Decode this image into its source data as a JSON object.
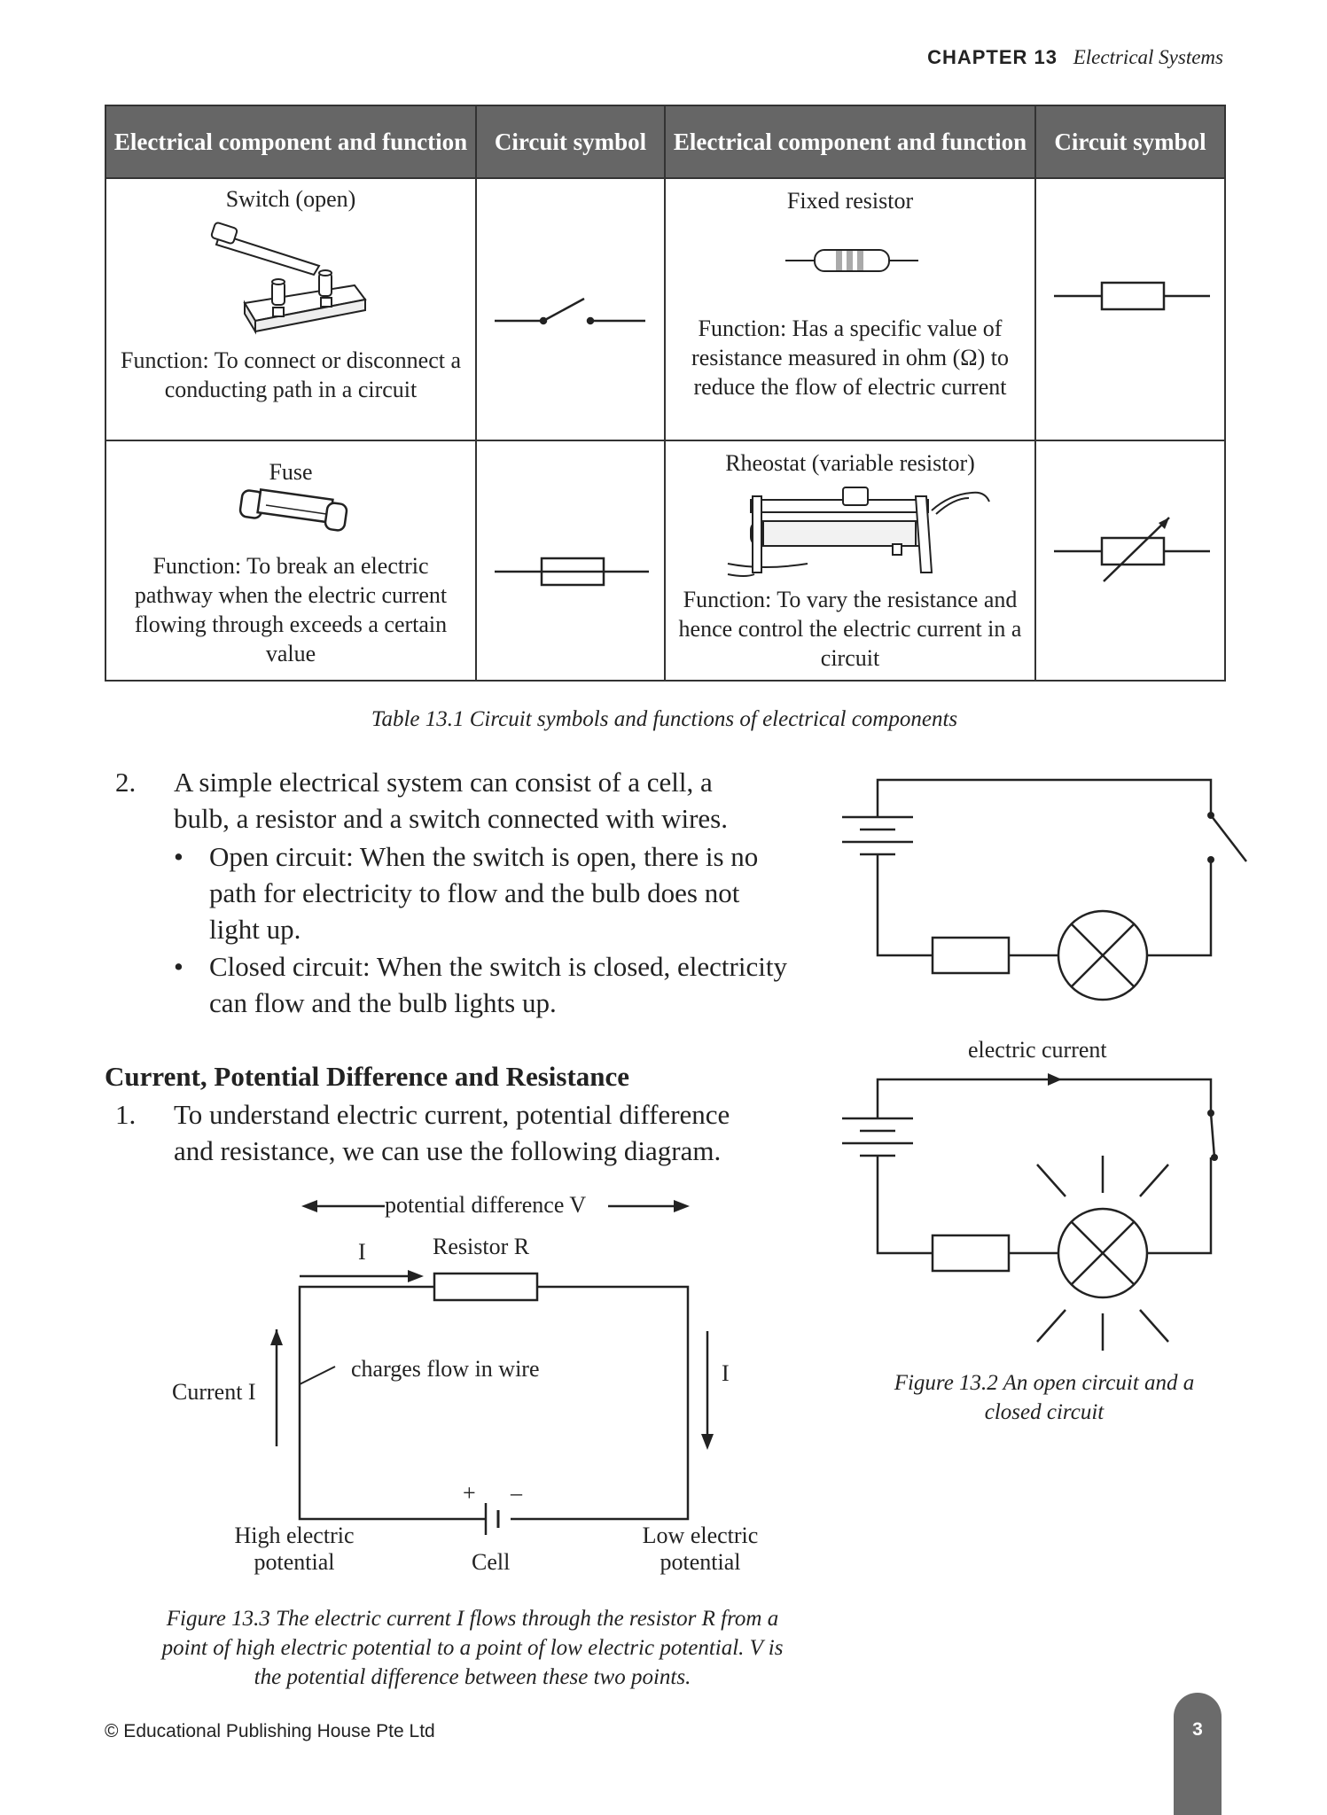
{
  "header": {
    "chapter": "CHAPTER 13",
    "title": "Electrical Systems"
  },
  "table": {
    "headers": [
      "Electrical component and function",
      "Circuit symbol",
      "Electrical component and function",
      "Circuit symbol"
    ],
    "rows": [
      [
        {
          "name": "Switch (open)",
          "function": "Function: To connect or disconnect a conducting path in a circuit",
          "icon": "switch-icon"
        },
        {
          "name": "Fixed resistor",
          "function": "Function: Has a specific value of resistance measured in ohm (Ω) to reduce the flow of electric current",
          "icon": "resistor-icon"
        }
      ],
      [
        {
          "name": "Fuse",
          "function": "Function: To break an electric pathway when the electric current flowing through exceeds a certain value",
          "icon": "fuse-icon"
        },
        {
          "name": "Rheostat (variable resistor)",
          "function": "Function: To vary the resistance and hence control the electric current in a circuit",
          "icon": "rheostat-icon"
        }
      ]
    ],
    "caption": "Table 13.1 Circuit symbols and functions of electrical components"
  },
  "point2": {
    "num": "2.",
    "text_lines": [
      "A simple electrical system can consist of a cell, a",
      "bulb, a resistor and a switch connected with wires."
    ],
    "bullet1_lines": [
      "Open circuit: When the switch is open, there is no",
      "path for electricity to flow and the bulb does not",
      "light up."
    ],
    "bullet2_lines": [
      "Closed circuit: When the switch is closed, electricity",
      "can flow and the bulb lights up."
    ],
    "bullet": "•"
  },
  "section": {
    "heading": "Current, Potential Difference and Resistance",
    "num": "1.",
    "text_lines": [
      "To understand electric current, potential difference",
      "and resistance, we can use the following diagram."
    ]
  },
  "fig2": {
    "label_current": "electric current",
    "caption_lines": [
      "Figure 13.2 An open circuit and a",
      "closed circuit"
    ]
  },
  "fig3": {
    "pd_label": "potential difference V",
    "i_top": "I",
    "resistor_label": "Resistor R",
    "current_label": "Current I",
    "charges_label": "charges flow in wire",
    "i_right": "I",
    "plus": "+",
    "minus": "–",
    "high_lines": [
      "High electric",
      "potential"
    ],
    "cell_label": "Cell",
    "low_lines": [
      "Low electric",
      "potential"
    ],
    "caption_lines": [
      "Figure 13.3 The electric current I flows through the resistor R from a",
      "point of high electric potential to a point of low electric potential. V is",
      "the potential difference between these two points."
    ]
  },
  "footer": {
    "copyright": "© Educational Publishing House Pte Ltd",
    "page": "3"
  }
}
